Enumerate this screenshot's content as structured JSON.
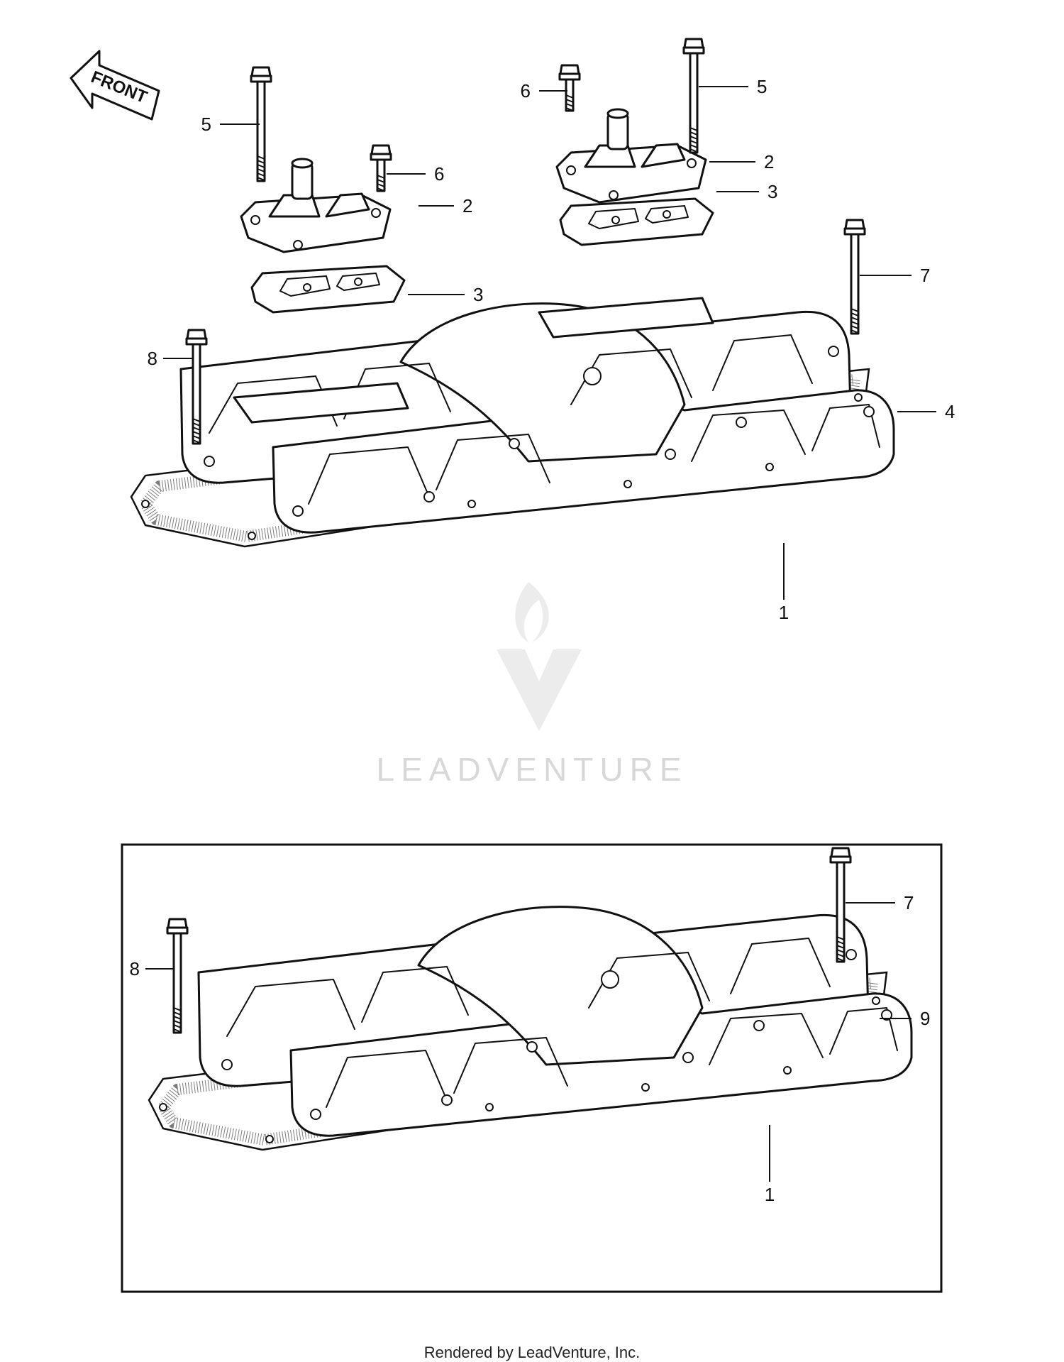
{
  "front_arrow": {
    "label": "FRONT"
  },
  "upper_assembly": {
    "callouts": {
      "c5_left": "5",
      "c6_left": "6",
      "c2_left": "2",
      "c3_left": "3",
      "c8": "8",
      "c6_right": "6",
      "c5_right": "5",
      "c2_right": "2",
      "c3_right": "3",
      "c7": "7",
      "c4": "4",
      "c1": "1"
    }
  },
  "lower_assembly": {
    "callouts": {
      "c7": "7",
      "c8": "8",
      "c9": "9",
      "c1": "1"
    }
  },
  "watermark": {
    "text": "LEADVENTURE"
  },
  "footer": {
    "text": "Rendered by LeadVenture, Inc."
  }
}
